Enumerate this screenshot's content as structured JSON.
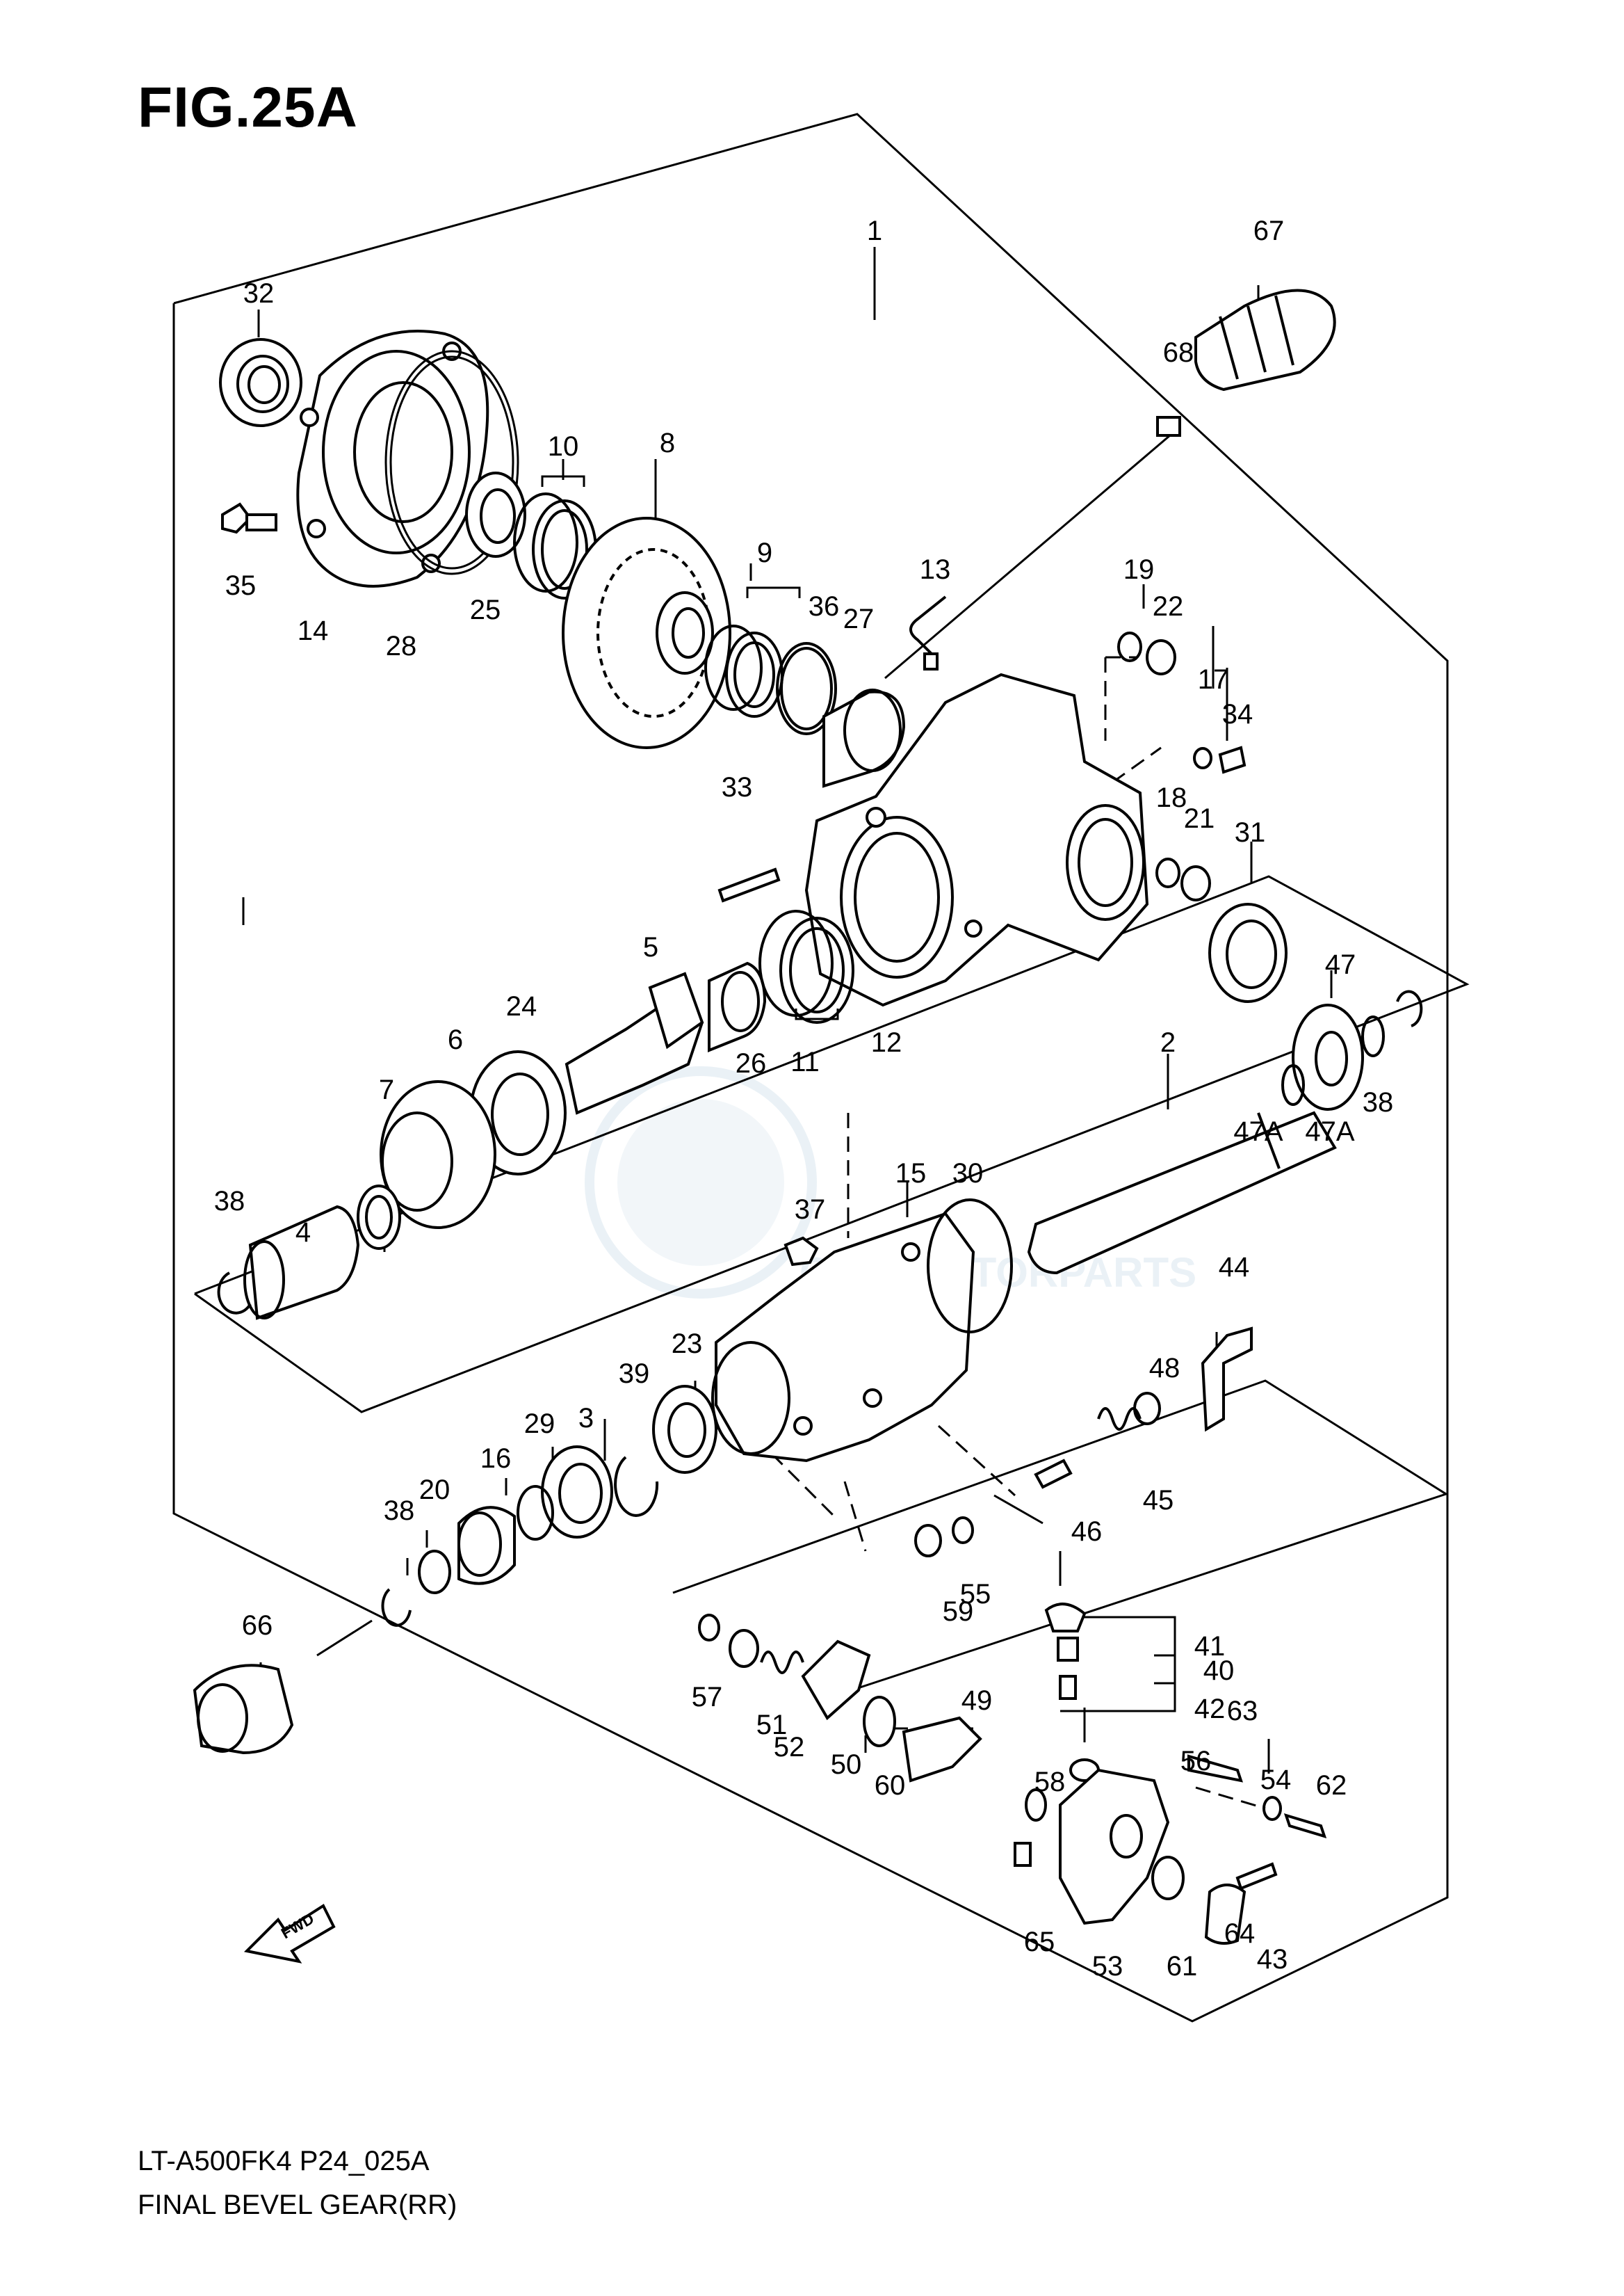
{
  "figure": {
    "title": "FIG.25A",
    "code": "LT-A500FK4 P24_025A",
    "name": "FINAL BEVEL GEAR(RR)",
    "watermark": "CMS MOTORPARTS",
    "fwd_label": "FWD"
  },
  "colors": {
    "line": "#000000",
    "watermark": "#d9e6ef"
  },
  "callouts": [
    "1",
    "2",
    "3",
    "4",
    "5",
    "6",
    "7",
    "8",
    "9",
    "10",
    "11",
    "12",
    "13",
    "14",
    "15",
    "16",
    "17",
    "18",
    "19",
    "20",
    "21",
    "22",
    "23",
    "24",
    "25",
    "26",
    "27",
    "28",
    "29",
    "30",
    "31",
    "32",
    "33",
    "34",
    "35",
    "36",
    "37",
    "38",
    "38",
    "38",
    "39",
    "40",
    "41",
    "42",
    "43",
    "44",
    "45",
    "46",
    "47",
    "47A",
    "47A",
    "48",
    "49",
    "50",
    "51",
    "52",
    "53",
    "54",
    "55",
    "56",
    "57",
    "58",
    "59",
    "60",
    "61",
    "62",
    "63",
    "64",
    "65",
    "66",
    "67",
    "68"
  ]
}
